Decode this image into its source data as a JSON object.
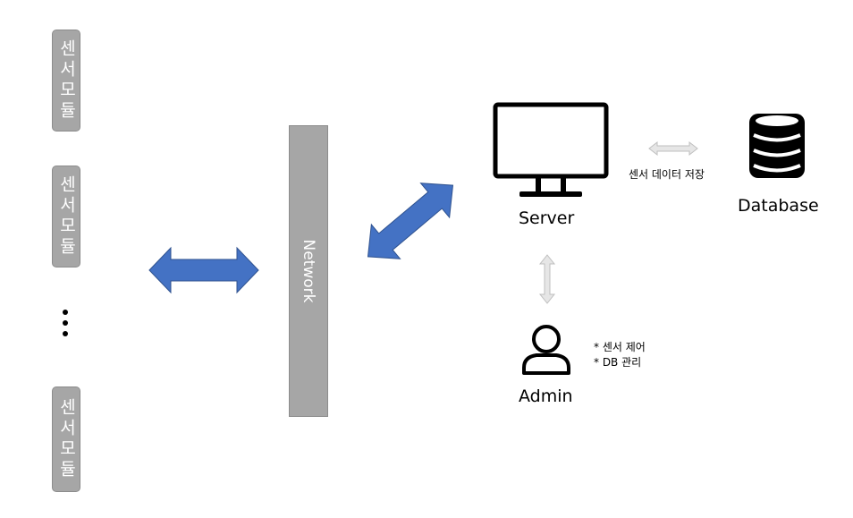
{
  "sensors": [
    {
      "label": "센서모듈"
    },
    {
      "label": "센서모듈"
    },
    {
      "label": "센서모듈"
    }
  ],
  "network_label": "Network",
  "server_label": "Server",
  "database_label": "Database",
  "admin_label": "Admin",
  "db_link_label": "센서 데이터 저장",
  "admin_notes": [
    "* 센서 제어",
    "* DB 관리"
  ],
  "colors": {
    "arrow_blue": "#4472c4",
    "box_gray": "#a6a6a6",
    "light_arrow": "#e6e6e6"
  },
  "icons": [
    "ellipsis-vertical-icon",
    "monitor-icon",
    "database-icon",
    "user-icon"
  ]
}
